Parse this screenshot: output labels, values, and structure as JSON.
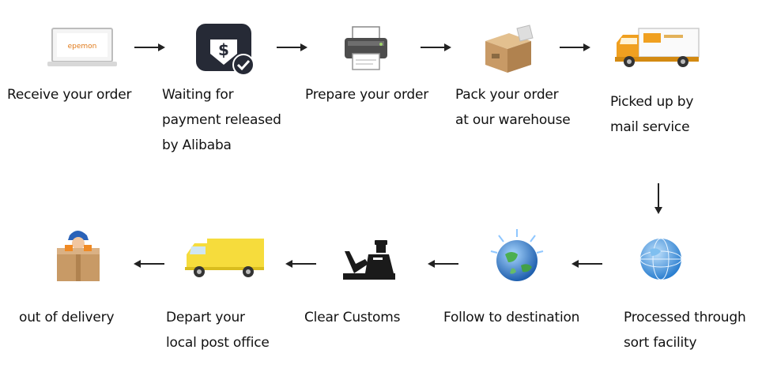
{
  "steps": [
    {
      "label": "Receive your order",
      "icon": "laptop-icon",
      "icon_text": "epemon"
    },
    {
      "label": "Waiting for\npayment released\nby Alibaba",
      "icon": "payment-shield-icon"
    },
    {
      "label": "Prepare your order",
      "icon": "printer-icon"
    },
    {
      "label": "Pack your order\nat our warehouse",
      "icon": "package-box-icon"
    },
    {
      "label": "Picked up by\nmail service",
      "icon": "delivery-truck-icon"
    },
    {
      "label": "Processed through\nsort facility",
      "icon": "globe-icon"
    },
    {
      "label": "Follow   to   destination",
      "icon": "globe-sparkle-icon"
    },
    {
      "label": "Clear Customs",
      "icon": "customs-officer-icon"
    },
    {
      "label": "Depart your\nlocal post office",
      "icon": "yellow-van-icon"
    },
    {
      "label": "out of delivery",
      "icon": "courier-box-icon"
    }
  ],
  "colors": {
    "truck_orange": "#f0a020",
    "van_yellow": "#f6dc3c",
    "box_brown": "#c89a66",
    "globe_blue": "#2b7fd0",
    "dark": "#1f2430",
    "arrow": "#222222"
  }
}
